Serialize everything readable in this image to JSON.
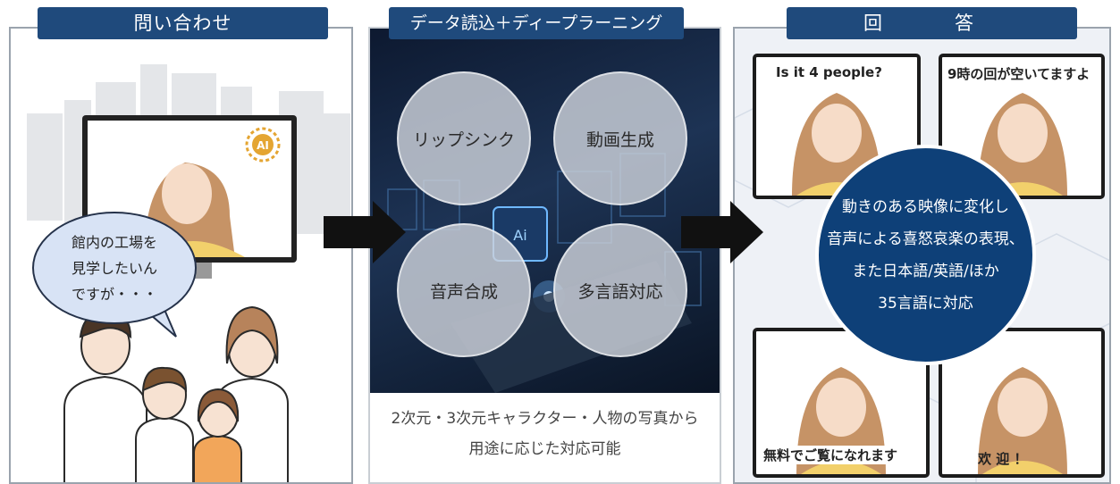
{
  "panels": {
    "inquiry": {
      "title": "問い合わせ",
      "speech_lines": [
        "館内の工場を",
        "見学したいん",
        "ですが・・・"
      ],
      "ai_badge": "AI"
    },
    "learning": {
      "title": "データ読込＋ディープラーニング",
      "circles": [
        "リップシンク",
        "動画生成",
        "音声合成",
        "多言語対応"
      ],
      "chip_label": "Ai",
      "caption_lines": [
        "2次元・3次元キャラクター・人物の写真から",
        "用途に応じた対応可能"
      ]
    },
    "answer": {
      "title": "回　答",
      "frames": [
        "Is it 4 people?",
        "9時の回が空いてますよ",
        "無料でご覧になれます",
        "欢 迎 ！"
      ],
      "center_lines": [
        "動きのある映像に変化し",
        "音声による喜怒哀楽の表現、",
        "また日本語/英語/ほか",
        "35言語に対応"
      ]
    }
  },
  "colors": {
    "title_bg": "#1f4a7c",
    "center_circle": "#0e4078",
    "arrow": "#111111"
  },
  "icons": [
    "arrow-right-icon",
    "ai-chip-icon",
    "monitor-icon",
    "person-icon"
  ]
}
